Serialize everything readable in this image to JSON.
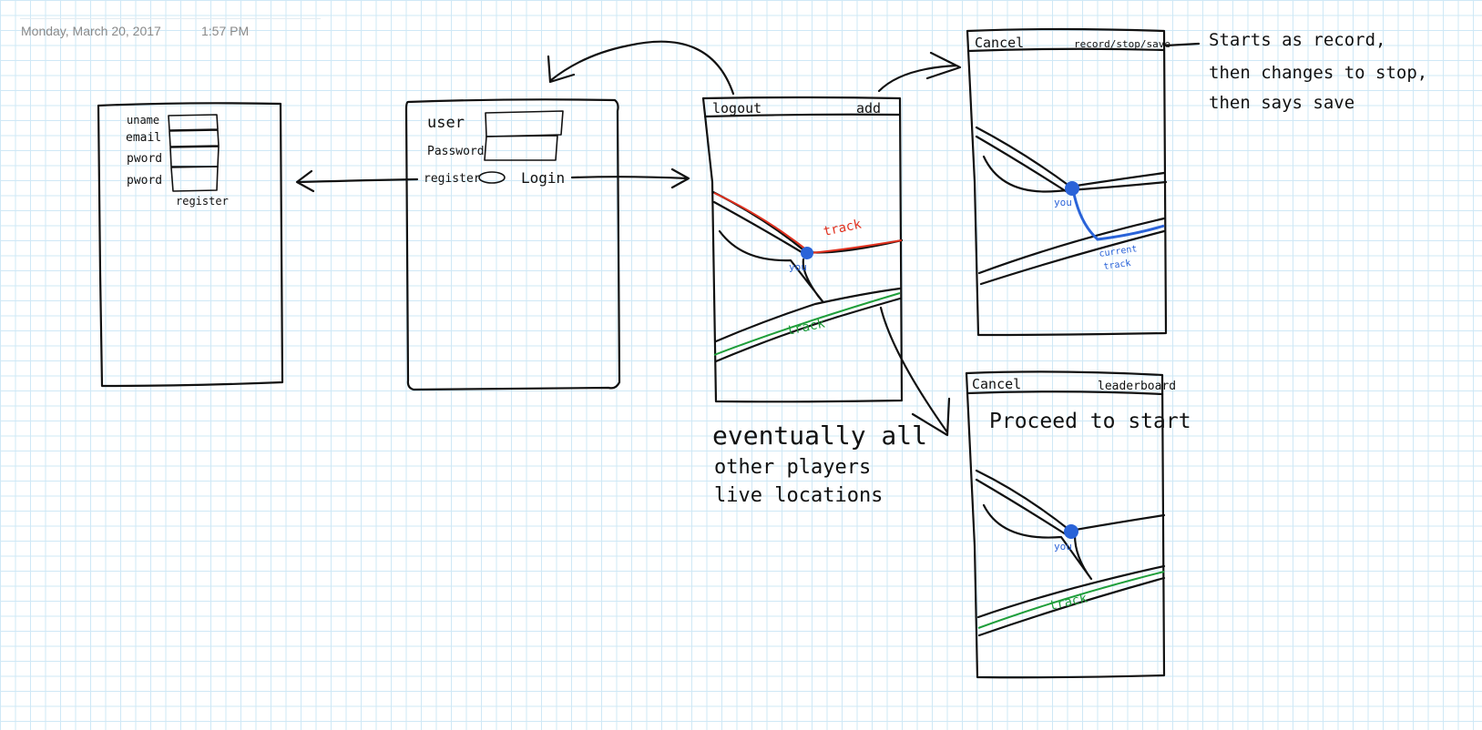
{
  "page": {
    "date": "Monday, March 20, 2017",
    "time": "1:57 PM"
  },
  "register_screen": {
    "fields": [
      "uname",
      "email",
      "pword",
      "pword"
    ],
    "button": "register"
  },
  "login_screen": {
    "user_label": "user",
    "password_label": "Password",
    "register_label": "register",
    "login_label": "Login"
  },
  "map_screen": {
    "logout_label": "logout",
    "add_label": "add",
    "you_label": "you",
    "track_red_label": "track",
    "track_green_label": "track",
    "note": [
      "eventually all",
      "other players",
      "live locations"
    ]
  },
  "record_screen": {
    "cancel_label": "Cancel",
    "action_label": "record/stop/save",
    "you_label": "you",
    "current_track_label": [
      "current",
      "track"
    ],
    "note": [
      "Starts as record,",
      "then changes to stop,",
      "then says save"
    ]
  },
  "start_screen": {
    "cancel_label": "Cancel",
    "leaderboard_label": "leaderboard",
    "heading": "Proceed to start",
    "you_label": "you",
    "track_label": "track"
  },
  "colors": {
    "ink": "#111111",
    "grid": "#cfe8f6",
    "red_track": "#e0301e",
    "blue_track": "#2a63d8",
    "green_track": "#1f9e3a",
    "timestamp": "#8a8a8a"
  }
}
